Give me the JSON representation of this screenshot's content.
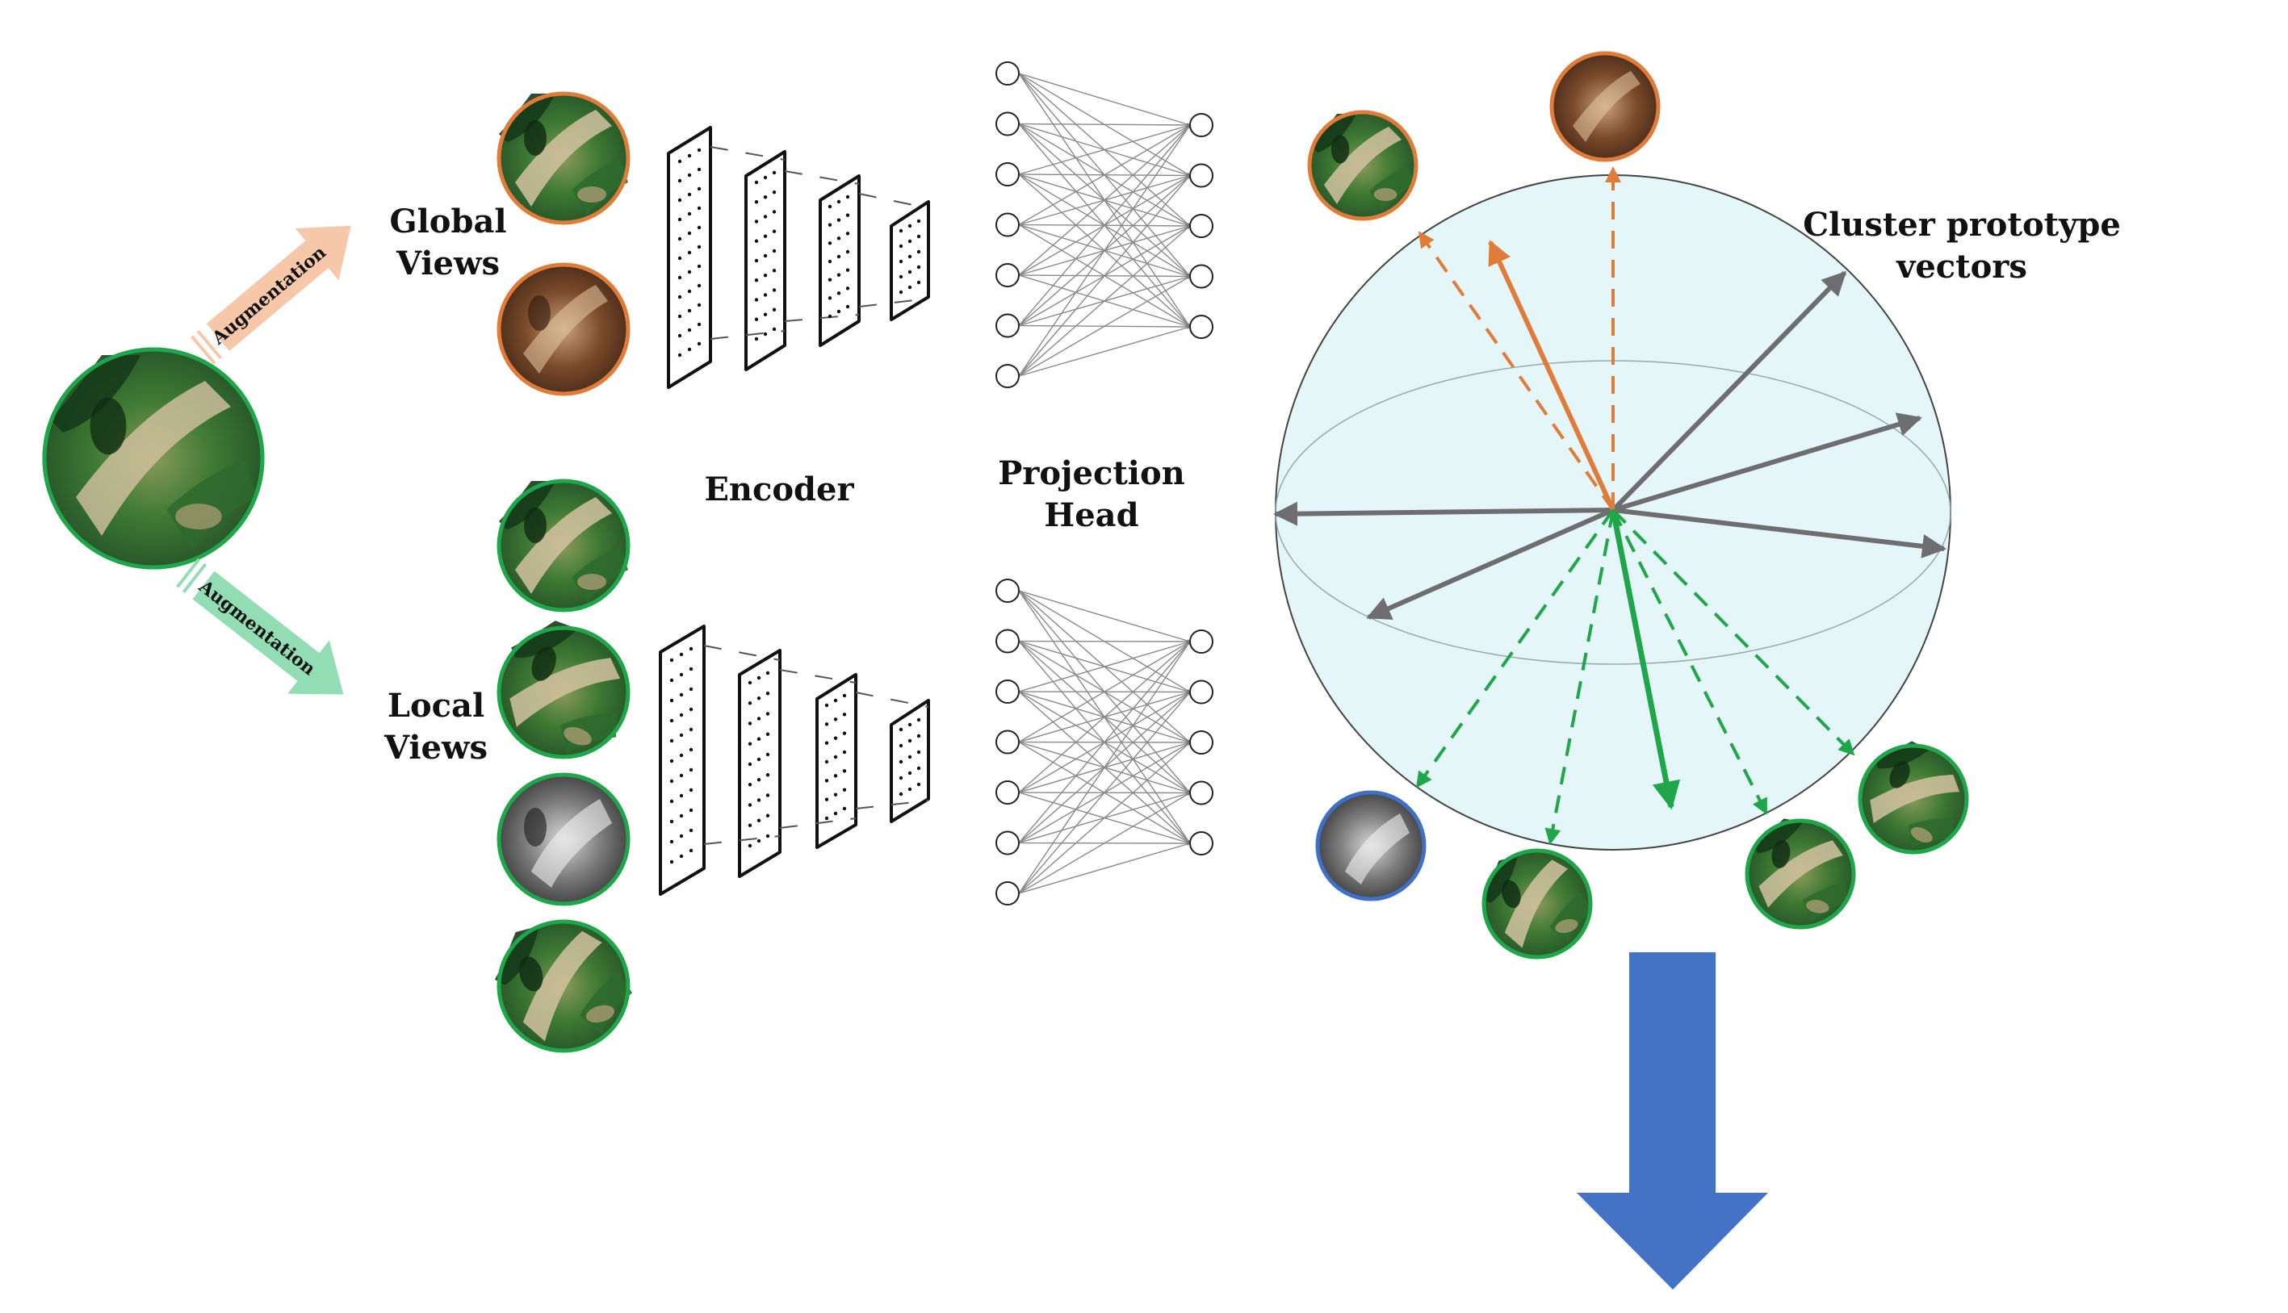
{
  "labels": {
    "augmentation_top": "Augmentation",
    "augmentation_bottom": "Augmentation",
    "global_line1": "Global",
    "global_line2": "Views",
    "local_line1": "Local",
    "local_line2": "Views",
    "encoder": "Encoder",
    "projection_line1": "Projection",
    "projection_line2": "Head",
    "cluster_line1": "Cluster prototype",
    "cluster_line2": "vectors"
  },
  "colors": {
    "orange": "#E07B39",
    "green": "#1FA64A",
    "blue": "#3F6FC6",
    "gray": "#6E6E70",
    "sphere": "#E4F6F7",
    "arrow_top": "#F6C7A8",
    "arrow_bottom": "#93DDB4"
  },
  "images": {
    "source": "green-landslide",
    "global_views": [
      "green-landslide",
      "sepia-landslide"
    ],
    "local_views": [
      "green-landslide",
      "green-landslide",
      "grayscale-landslide",
      "green-landslide"
    ],
    "sphere_top": [
      "green-landslide",
      "sepia-landslide"
    ],
    "sphere_bottom": [
      "grayscale-landslide",
      "green-landslide",
      "green-landslide",
      "green-landslide"
    ]
  }
}
